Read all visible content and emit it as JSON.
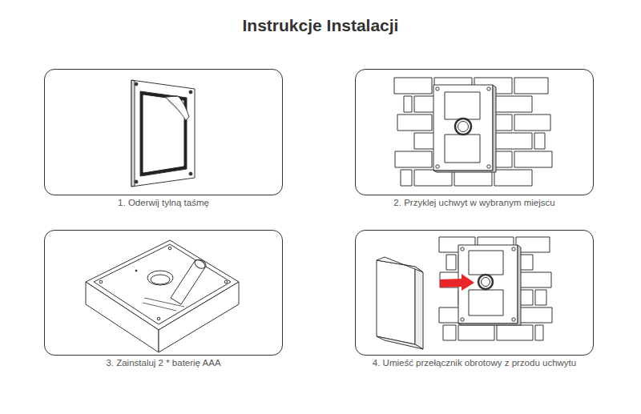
{
  "diagram": {
    "title": "Instrukcje Instalacji",
    "nodes": [
      {
        "text": [
          "1. Oderwij tylną taśmę"
        ]
      },
      {
        "text": [
          "2. Przyklej uchwyt w wybranym miejscu"
        ]
      },
      {
        "text": [
          "3. Zainstaluj 2 * baterię AAA"
        ]
      },
      {
        "text": [
          "4. Umieść przełącznik obrotowy z przodu uchwytu"
        ]
      }
    ]
  }
}
